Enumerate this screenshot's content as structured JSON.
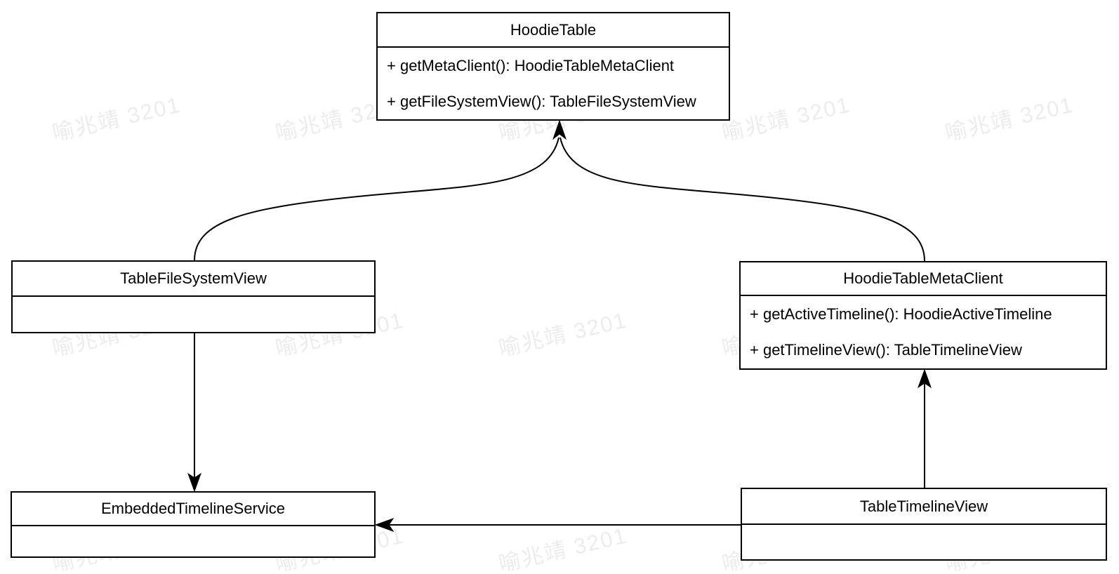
{
  "diagram": {
    "type": "uml-class-diagram",
    "background_color": "#ffffff",
    "stroke_color": "#000000",
    "watermark": {
      "text": "喻兆靖 3201",
      "color": "#ececec"
    },
    "classes": [
      {
        "name": "HoodieTable",
        "methods": [
          "+ getMetaClient(): HoodieTableMetaClient",
          "+ getFileSystemView(): TableFileSystemView"
        ]
      },
      {
        "name": "TableFileSystemView",
        "methods": []
      },
      {
        "name": "HoodieTableMetaClient",
        "methods": [
          "+ getActiveTimeline(): HoodieActiveTimeline",
          "+ getTimelineView(): TableTimelineView"
        ]
      },
      {
        "name": "EmbeddedTimelineService",
        "methods": []
      },
      {
        "name": "TableTimelineView",
        "methods": []
      }
    ],
    "relationships": [
      {
        "from": "TableFileSystemView",
        "to": "HoodieTable",
        "style": "curved",
        "arrowhead": "filled"
      },
      {
        "from": "HoodieTableMetaClient",
        "to": "HoodieTable",
        "style": "curved",
        "arrowhead": "filled"
      },
      {
        "from": "TableFileSystemView",
        "to": "EmbeddedTimelineService",
        "style": "straight-vertical",
        "arrowhead": "filled"
      },
      {
        "from": "TableTimelineView",
        "to": "HoodieTableMetaClient",
        "style": "straight-vertical",
        "arrowhead": "filled"
      },
      {
        "from": "TableTimelineView",
        "to": "EmbeddedTimelineService",
        "style": "straight-horizontal",
        "arrowhead": "filled"
      }
    ]
  }
}
